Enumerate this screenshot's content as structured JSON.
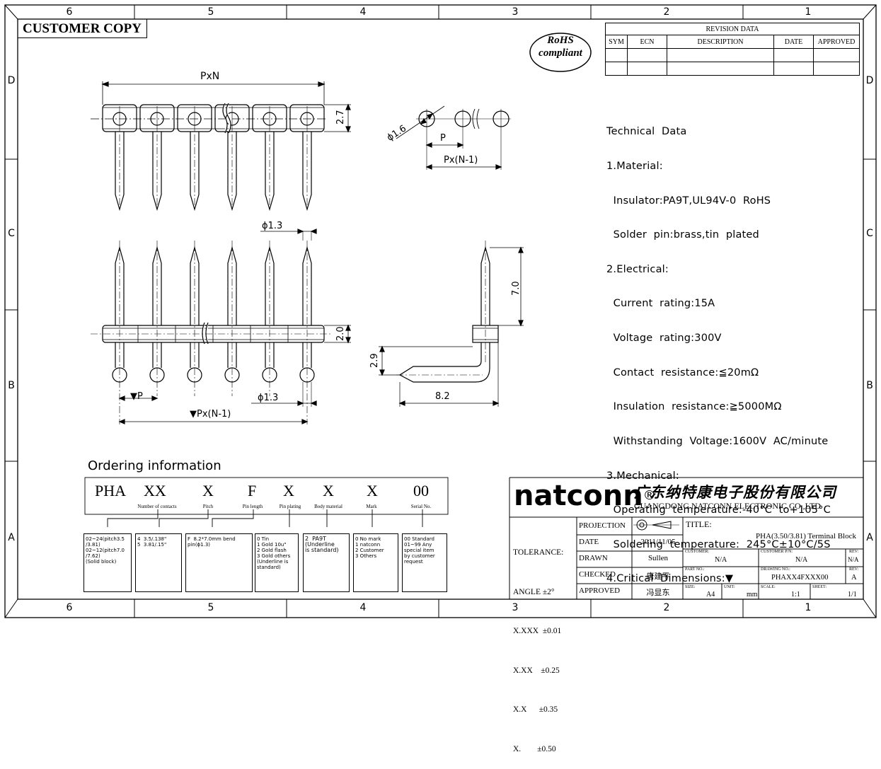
{
  "frame": {
    "top_cols": [
      "6",
      "5",
      "4",
      "3",
      "2",
      "1"
    ],
    "bottom_cols": [
      "6",
      "5",
      "4",
      "3",
      "2",
      "1"
    ],
    "rows": [
      "D",
      "C",
      "B",
      "A"
    ]
  },
  "stamp": "CUSTOMER COPY",
  "rohs": {
    "line1": "RoHS",
    "line2": "compliant"
  },
  "revision": {
    "title": "REVISION DATA",
    "headers": [
      "SYM",
      "ECN",
      "DESCRIPTION",
      "DATE",
      "APPROVED"
    ]
  },
  "technical_data": [
    "Technical  Data",
    "1.Material:",
    "  Insulator:PA9T,UL94V-0  RoHS",
    "  Solder  pin:brass,tin  plated",
    "2.Electrical:",
    "  Current  rating:15A",
    "  Voltage  rating:300V",
    "  Contact  resistance:≦20mΩ",
    "  Insulation  resistance:≧5000MΩ",
    "  Withstanding  Voltage:1600V  AC/minute",
    "3.Mechanical:",
    "  Operating  temperature:-40°C  to+105°C",
    "  Soldering  temperature:  245°C±10°C/5S",
    "4.Critical  Dimensions:▼"
  ],
  "dimensions": {
    "pxn": "PxN",
    "h27": "2.7",
    "phi16": "ϕ1.6",
    "p": "P",
    "pn1": "Px(N-1)",
    "phi13a": "ϕ1.3",
    "h70": "7.0",
    "h20": "2.0",
    "h29": "2.9",
    "w82": "8.2",
    "tri_p": "▼P",
    "phi13b": "ϕ1.3",
    "tri_pn1": "▼Px(N-1)"
  },
  "ordering": {
    "title": "Ordering  information",
    "codes": [
      {
        "code": "PHA",
        "sub": ""
      },
      {
        "code": "XX",
        "sub": "Number of contacts"
      },
      {
        "code": "X",
        "sub": "Pitch"
      },
      {
        "code": "F",
        "sub": "Pin length"
      },
      {
        "code": "X",
        "sub": "Pin plating"
      },
      {
        "code": "X",
        "sub": "Body material"
      },
      {
        "code": "X",
        "sub": "Mark"
      },
      {
        "code": "00",
        "sub": "Serial No."
      }
    ],
    "options": [
      "02~24(pitch3.5\n/3.81)\n02~12(pitch7.0\n/7.62)\n(Solid block)",
      "4  3.5/.138\"\n5  3.81/.15\"",
      "F  8.2*7.0mm bend\npin(ϕ1.3)",
      "0 Tin\n1 Gold 10u\"\n2 Gold flash\n3 Gold others\n(Underline is\nstandard)",
      "2  PA9T\n(Underline\nis standard)",
      "0 No mark\n1 natconn\n2 Customer\n3 Others",
      "00 Standard\n01~99 Any\nspecial item\nby customer\nrequest"
    ]
  },
  "title_block": {
    "logo": "natconn",
    "reg": "®",
    "company_cn": "广东纳特康电子股份有限公司",
    "company_en": "GUANGDONG NATCONN ELECTRONIC CO.,LTD",
    "tolerance": [
      "TOLERANCE:",
      "ANGLE ±2°",
      "X.XXX  ±0.01",
      "X.XX    ±0.25",
      "X.X      ±0.35",
      "X.        ±0.50"
    ],
    "projection": "PROJECTION",
    "date_label": "DATE",
    "date": "2011/11/05",
    "drawn_label": "DRAWN",
    "drawn": "Sullen",
    "checked_label": "CHECKED",
    "checked": "唐建平",
    "approved_label": "APPROVED",
    "approved": "冯显东",
    "title_label": "TITLE:",
    "title": "PHA(3.50/3.81)  Terminal Block",
    "customer_label": "CUSTOMER:",
    "customer": "N/A",
    "cust_pn_label": "CUSTOMER P/N:",
    "cust_pn": "N/A",
    "rev_label": "REV:",
    "rev_top": "N/A",
    "part_no_label": "PART NO.:",
    "drawing_no_label": "DRAWING NO.:",
    "drawing_no": "PHAXX4FXXX00",
    "rev2_label": "REV:",
    "rev": "A",
    "size_label": "SIZE:",
    "size": "A4",
    "unit_label": "UNIT:",
    "unit": "mm",
    "scale_label": "SCALE:",
    "scale": "1:1",
    "sheet_label": "SHEET:",
    "sheet": "1/1"
  }
}
